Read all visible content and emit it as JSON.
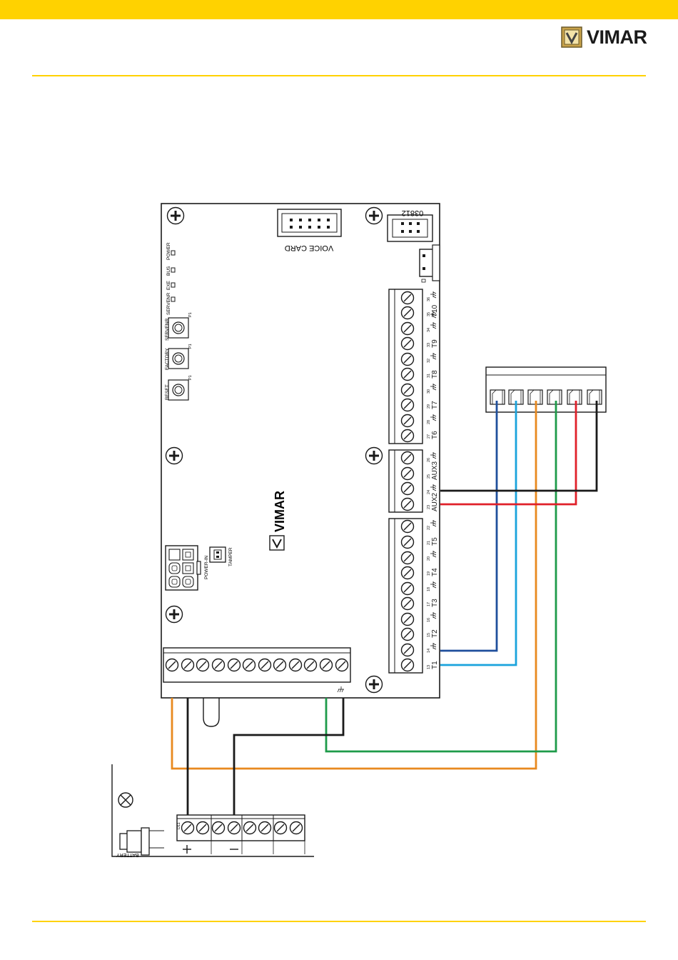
{
  "brand": {
    "name": "VIMAR"
  },
  "board": {
    "model": "03812",
    "voice_card_label": "VOICE CARD",
    "leds": [
      "POWER",
      "BUS",
      "EXE",
      "SERVENR"
    ],
    "buttons": [
      "SERVENR",
      "FACTORY",
      "RESET"
    ],
    "button_ref": "P1",
    "power_in_label": "POWER-IN",
    "tamper_label": "TAMPER",
    "right_terminals": [
      {
        "label": "T10",
        "nums": [
          "35",
          "36"
        ]
      },
      {
        "label": "T9",
        "nums": [
          "33",
          "34"
        ]
      },
      {
        "label": "T8",
        "nums": [
          "31",
          "32"
        ]
      },
      {
        "label": "T7",
        "nums": [
          "29",
          "30"
        ]
      },
      {
        "label": "T6",
        "nums": [
          "27",
          "28"
        ]
      },
      {
        "label": "AUX3",
        "nums": [
          "25",
          "26"
        ]
      },
      {
        "label": "AUX2",
        "nums": [
          "23",
          "24"
        ]
      },
      {
        "label": "T5",
        "nums": [
          "21",
          "22"
        ]
      },
      {
        "label": "T4",
        "nums": [
          "19",
          "20"
        ]
      },
      {
        "label": "T3",
        "nums": [
          "17",
          "18"
        ]
      },
      {
        "label": "T2",
        "nums": [
          "15",
          "16"
        ]
      },
      {
        "label": "T1",
        "nums": [
          "13",
          "14"
        ]
      }
    ]
  },
  "psu": {
    "battery_label": "BATTERY",
    "block_ref": "D11"
  },
  "colors": {
    "accent": "#ffd200",
    "wire_dark_blue": "#1f4f9c",
    "wire_light_blue": "#1aa3dc",
    "wire_orange": "#e8891f",
    "wire_green": "#1e9b4a",
    "wire_red": "#e0202a",
    "wire_black": "#1a1a1a"
  }
}
